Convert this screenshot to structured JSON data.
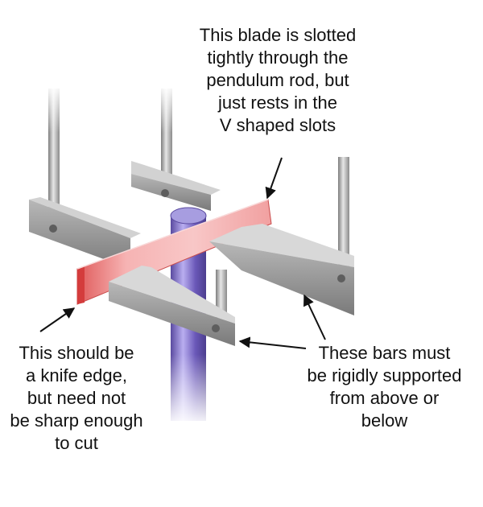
{
  "labels": {
    "blade_note": [
      "This blade is slotted",
      "tightly through the",
      "pendulum rod, but",
      "just rests in the",
      "V shaped slots"
    ],
    "knife_note": [
      "This should be",
      "a knife edge,",
      "but need not",
      "be sharp enough",
      "to cut"
    ],
    "bars_note": [
      "These bars must",
      "be rigidly supported",
      "from above or",
      "below"
    ]
  },
  "colors": {
    "support_bar": "#8e8e8e",
    "blade": "#f2a6a6",
    "pendulum_rod": "#6a58b8",
    "post": "#9a9a9a"
  }
}
